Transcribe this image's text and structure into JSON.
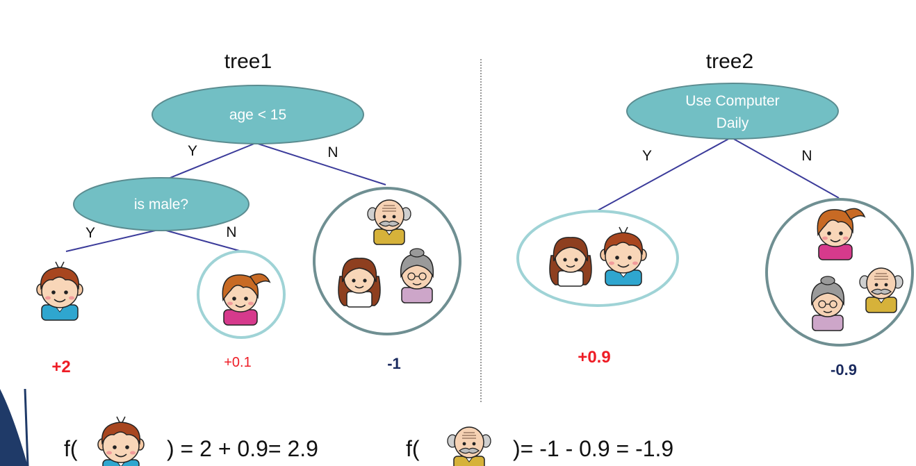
{
  "tree1": {
    "title": "tree1",
    "root_label": "age < 15",
    "root_yes": "Y",
    "root_no": "N",
    "child_label": "is male?",
    "child_yes": "Y",
    "child_no": "N",
    "leaf_boy_value": "+2",
    "leaf_girl_value": "+0.1",
    "leaf_elders_value": "-1"
  },
  "tree2": {
    "title": "tree2",
    "root_label_line1": "Use Computer",
    "root_label_line2": "Daily",
    "root_yes": "Y",
    "root_no": "N",
    "leaf_kids_value": "+0.9",
    "leaf_others_value": "-0.9"
  },
  "formula": {
    "boy_prefix": "f(",
    "boy_result": ") = 2 + 0.9= 2.9",
    "grandpa_prefix": "f(",
    "grandpa_result": ")= -1 - 0.9 = -1.9"
  },
  "colors": {
    "node_fill": "#72bfc4",
    "node_stroke": "#5b8c90",
    "edge": "#3b3b9a",
    "positive": "#ee1c25",
    "negative": "#1a2a5e",
    "leaf_ring_light": "#9fd3d6",
    "leaf_ring_dark": "#6f8f92",
    "corner_accent": "#1f3a68"
  }
}
